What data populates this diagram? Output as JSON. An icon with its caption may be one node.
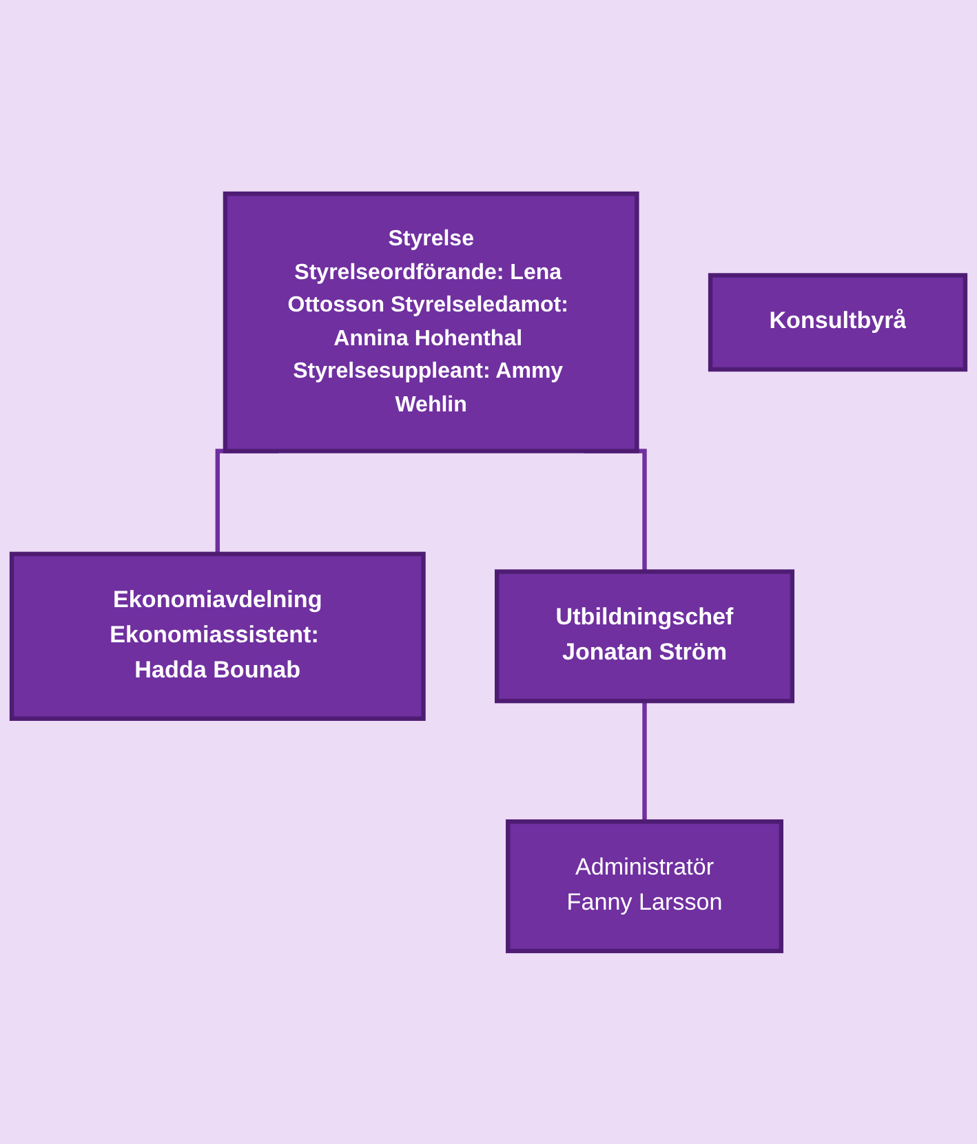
{
  "diagram": {
    "nodes": [
      {
        "text": [
          "Styrelse",
          "Styrelseordförande: Lena Ottosson Styrelseledamot: Annina Hohenthal Styrelsesuppleant: Ammy Wehlin"
        ]
      },
      {
        "text": [
          "Ekonomiavdelning",
          "Ekonomiassistent: Hadda Bounab"
        ]
      },
      {
        "text": [
          "Konsultbyrå"
        ]
      },
      {
        "text": [
          "Utbildningschef",
          "Jonatan Ström"
        ]
      },
      {
        "text": [
          "Administratör",
          "Fanny Larsson"
        ]
      }
    ],
    "edges": [
      {
        "from": 0,
        "to": 1,
        "arrow": "none"
      },
      {
        "from": 0,
        "to": 3,
        "arrow": "none"
      },
      {
        "from": 3,
        "to": 4,
        "arrow": "none"
      }
    ]
  }
}
